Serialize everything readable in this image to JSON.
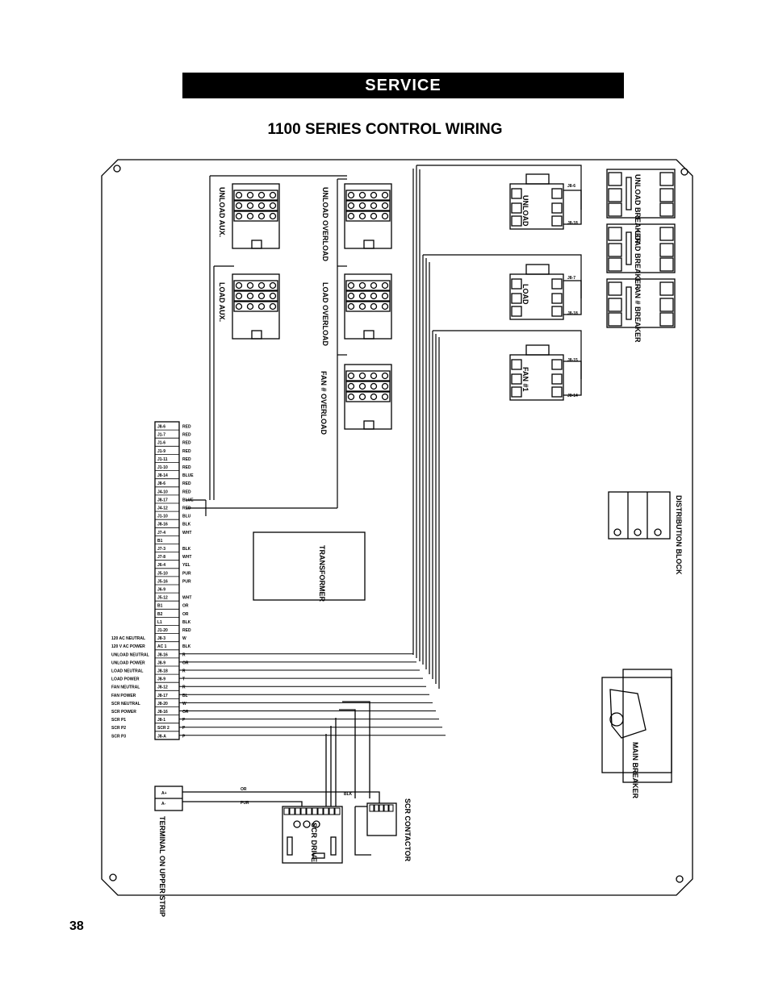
{
  "header": {
    "banner": "SERVICE",
    "title": "1100 SERIES CONTROL WIRING"
  },
  "page_number": "38",
  "components": {
    "unload_aux": "UNLOAD AUX.",
    "unload_overload": "UNLOAD OVERLOAD",
    "load_aux": "LOAD AUX.",
    "load_overload": "LOAD OVERLOAD",
    "fan_overload": "FAN # OVERLOAD",
    "unload": "UNLOAD",
    "load": "LOAD",
    "fan1": "FAN #1",
    "unload_breaker": "UNLOAD BREAKER",
    "load_breaker": "LOAD BREAKER",
    "fan_breaker": "FAN # BREAKER",
    "distribution_block": "DISTRIBUTION BLOCK",
    "transformer": "TRANSFORMER",
    "main_breaker": "MAIN BREAKER",
    "scr_contactor": "SCR CONTACTOR",
    "scr_drive": "SCR DRIVE",
    "terminal_upper_strip": "TERMINAL ON UPPER STRIP"
  },
  "coil_labels": {
    "unload_top": "J8-6",
    "unload_bottom": "J8-18",
    "load_top": "J8-7",
    "load_bottom": "J8-18",
    "fan_top": "J8-15",
    "fan_bottom": "J8-14"
  },
  "terminal_terms": [
    "A+",
    "A-"
  ],
  "terminal_strip": [
    {
      "pin": "J8-6",
      "wire": "RED",
      "name": ""
    },
    {
      "pin": "J1-7",
      "wire": "RED",
      "name": ""
    },
    {
      "pin": "J1-6",
      "wire": "RED",
      "name": ""
    },
    {
      "pin": "J1-9",
      "wire": "RED",
      "name": ""
    },
    {
      "pin": "J1-11",
      "wire": "RED",
      "name": ""
    },
    {
      "pin": "J1-10",
      "wire": "RED",
      "name": ""
    },
    {
      "pin": "J8-14",
      "wire": "BLUE",
      "name": ""
    },
    {
      "pin": "J8-6",
      "wire": "RED",
      "name": ""
    },
    {
      "pin": "J4-10",
      "wire": "RED",
      "name": ""
    },
    {
      "pin": "J8-17",
      "wire": "BLUE",
      "name": ""
    },
    {
      "pin": "J4-12",
      "wire": "RED",
      "name": ""
    },
    {
      "pin": "J1-10",
      "wire": "BLU",
      "name": ""
    },
    {
      "pin": "J8-16",
      "wire": "BLK",
      "name": ""
    },
    {
      "pin": "J7-4",
      "wire": "WHT",
      "name": ""
    },
    {
      "pin": "B1",
      "wire": "",
      "name": ""
    },
    {
      "pin": "J7-3",
      "wire": "BLK",
      "name": ""
    },
    {
      "pin": "J7-8",
      "wire": "WHT",
      "name": ""
    },
    {
      "pin": "J6-4",
      "wire": "YEL",
      "name": ""
    },
    {
      "pin": "J5-10",
      "wire": "PUR",
      "name": ""
    },
    {
      "pin": "J5-16",
      "wire": "PUR",
      "name": ""
    },
    {
      "pin": "J6-9",
      "wire": "",
      "name": ""
    },
    {
      "pin": "J5-12",
      "wire": "WHT",
      "name": ""
    },
    {
      "pin": "B1",
      "wire": "OR",
      "name": ""
    },
    {
      "pin": "B2",
      "wire": "OR",
      "name": ""
    },
    {
      "pin": "L1",
      "wire": "BLK",
      "name": ""
    },
    {
      "pin": "J1-20",
      "wire": "RED",
      "name": ""
    },
    {
      "pin": "J8-3",
      "wire": "W",
      "name": "120 AC NEUTRAL"
    },
    {
      "pin": "AC 1",
      "wire": "BLK",
      "name": "120 V AC POWER"
    },
    {
      "pin": "J8-16",
      "wire": "R",
      "name": "UNLOAD NEUTRAL"
    },
    {
      "pin": "J8-9",
      "wire": "OR",
      "name": "UNLOAD POWER"
    },
    {
      "pin": "J8-18",
      "wire": "R",
      "name": "LOAD NEUTRAL"
    },
    {
      "pin": "J8-9",
      "wire": "T",
      "name": "LOAD POWER"
    },
    {
      "pin": "J8-12",
      "wire": "R",
      "name": "FAN NEUTRAL"
    },
    {
      "pin": "J8-17",
      "wire": "BL",
      "name": "FAN POWER"
    },
    {
      "pin": "J8-20",
      "wire": "W",
      "name": "SCR NEUTRAL"
    },
    {
      "pin": "J8-16",
      "wire": "OR",
      "name": "SCR POWER"
    },
    {
      "pin": "J8-1",
      "wire": "P",
      "name": "SCR P1"
    },
    {
      "pin": "SCR 2",
      "wire": "P",
      "name": "SCR P2"
    },
    {
      "pin": "J8-A",
      "wire": "P",
      "name": "SCR P3"
    }
  ],
  "wire_labels": {
    "or": "OR",
    "pur": "PUR",
    "blk": "BLK"
  }
}
